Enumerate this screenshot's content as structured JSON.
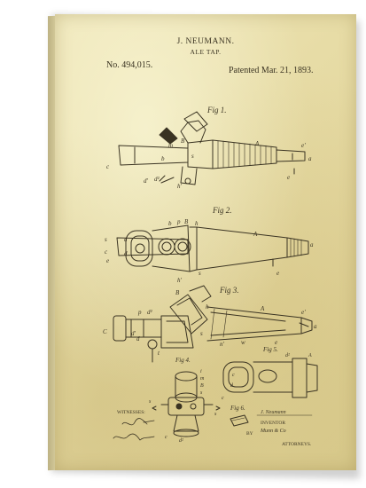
{
  "patent": {
    "inventor_name": "J. NEUMANN.",
    "invention": "ALE TAP.",
    "number": "No. 494,015.",
    "date": "Patented Mar. 21, 1893."
  },
  "figures": {
    "fig1": "Fig 1.",
    "fig2": "Fig 2.",
    "fig3": "Fig 3.",
    "fig4": "Fig 4.",
    "fig5": "Fig 5.",
    "fig6": "Fig 6."
  },
  "captions": {
    "witnesses": "WITNESSES:",
    "inventor": "INVENTOR",
    "inventor_signature": "J. Neumann",
    "attorneys_signature": "Munn & Co",
    "attorneys": "ATTORNEYS.",
    "by": "BY"
  },
  "colors": {
    "paper": "#e7dca6",
    "ink": "#3a3322"
  }
}
